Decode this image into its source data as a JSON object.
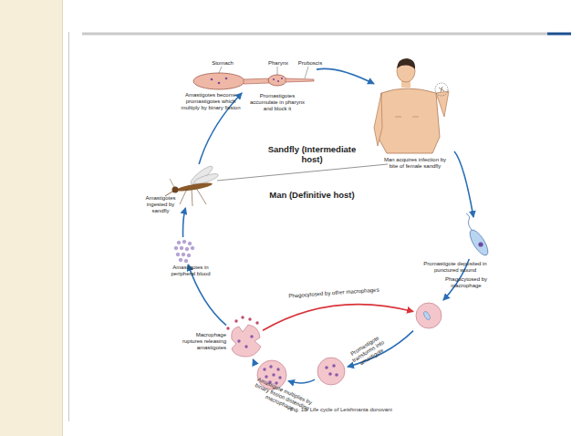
{
  "diagram": {
    "caption": "Fig. 10: Life cycle of Leishmania donovani",
    "nodes": [
      {
        "text": [
          "Amastigotes become promastigotes which multiply by binary fission",
          "Promastigotes accumulate in pharynx and block it"
        ]
      },
      {
        "text": [
          "Man acquires infection by bite of female sandfly"
        ]
      },
      {
        "text": [
          "Promastigote deposited in punctured wound"
        ]
      },
      {
        "text": [
          "Phagocytosed by macrophage"
        ]
      },
      {
        "text": [
          "Promastigote transforms into amastigote"
        ]
      },
      {
        "text": [
          "Amastigote multiplies by binary fission distending macrophage"
        ]
      },
      {
        "text": [
          "Macrophage ruptures releasing amastigotes"
        ]
      },
      {
        "text": [
          "Amastigotes in peripheral blood"
        ]
      },
      {
        "text": [
          "Amastigotes ingested by sandfly"
        ]
      }
    ],
    "edges": [
      {
        "from": 0,
        "to": 1,
        "arrow": "to"
      },
      {
        "from": 1,
        "to": 2,
        "arrow": "to"
      },
      {
        "from": 2,
        "to": 3,
        "arrow": "to"
      },
      {
        "from": 3,
        "to": 4,
        "arrow": "to"
      },
      {
        "from": 4,
        "to": 5,
        "arrow": "to"
      },
      {
        "from": 5,
        "to": 6,
        "arrow": "to"
      },
      {
        "from": 6,
        "to": 7,
        "arrow": "to"
      },
      {
        "from": 7,
        "to": 8,
        "arrow": "to"
      },
      {
        "from": 8,
        "to": 0,
        "arrow": "to"
      },
      {
        "from": 6,
        "to": 3,
        "label": "Phagocytosed by other macrophages",
        "arrow": "to"
      }
    ],
    "labels": [
      "Stomach",
      "Pharynx",
      "Proboscis",
      "Sandfly (Intermediate host)",
      "Man (Definitive host)"
    ]
  }
}
